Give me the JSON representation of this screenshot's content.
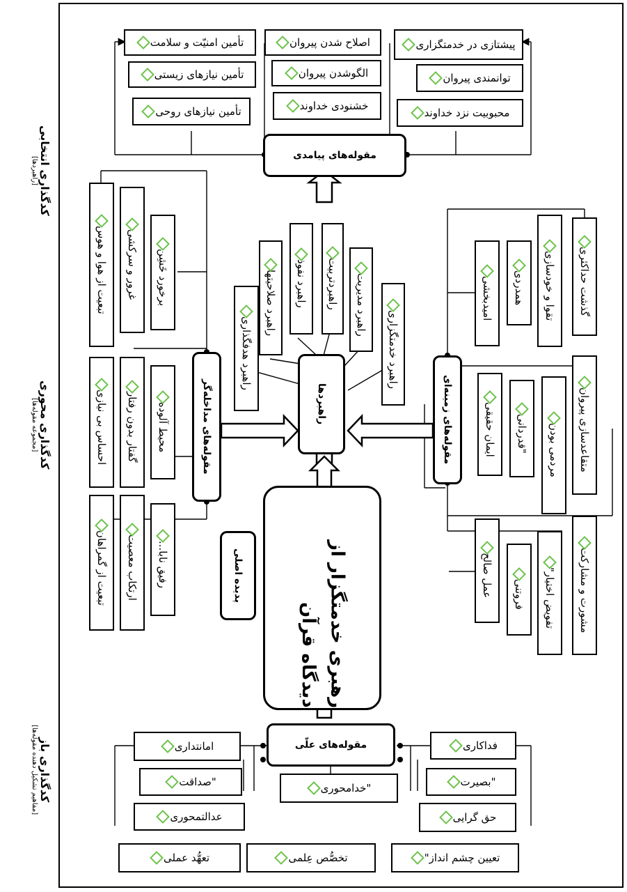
{
  "side_labels": {
    "selective": {
      "title": "کدگذاری انتخابی",
      "subtitle": "[راهبردها]"
    },
    "axial": {
      "title": "کدگذاری محوری",
      "subtitle": "[مجموعه مقوله‌ها]"
    },
    "open": {
      "title": "کدگذاری باز",
      "subtitle": "[مفاهیم تشکیل دهنده مقوله‌ها]"
    }
  },
  "central": {
    "title": "رهبری خدمتگزار از دیدگاه قرآن",
    "phenomenon_label": "پدیده اصلی"
  },
  "categories": {
    "outcome": "مقوله‌های پیامدی",
    "strategies": "راهبردها",
    "intervening": "مقوله‌های مداخله‌گر",
    "contextual": "مقوله‌های زمینه‌ای",
    "causal": "مقوله‌های علّی"
  },
  "outcome_concepts": {
    "col1": [
      "تأمین امنیّت و سلامت",
      "تأمین نیازهای زیستی",
      "تأمین نیازهای روحی"
    ],
    "col2": [
      "اصلاح شدن پیروان",
      "الگوشدن پیروان",
      "خشنودی خداوند"
    ],
    "col3": [
      "پیشتازی در خدمتگزاری",
      "توانمندی پیروان",
      "محبوبیت نزد خداوند"
    ]
  },
  "strategy_concepts": [
    "راهبرد هدفگذاری",
    "راهبرد صلاحیتها",
    "راهبرد نفوذ",
    "راهبردتربیت",
    "راهبرد مدیریت",
    "راهبرد خدمتگزاری"
  ],
  "intervening_concepts": {
    "top": [
      "تبعیت از هوا و هوس",
      "غرور و سرکشی",
      "برخورد خَشِن"
    ],
    "middle": [
      "احساس بی نیازی",
      "گفتار بدون رفتار",
      "محیط آلوده"
    ],
    "bottom": [
      "تبعیت از گمراهان",
      "ارتکاب معصیت",
      "رفیق نابا..."
    ]
  },
  "contextual_concepts": {
    "top": [
      "امیدبخشی",
      "همدردی",
      "تقوا و خودسازی",
      "گذشت حداکثری"
    ],
    "middle": [
      "ایمان حقیقی",
      "\"قدردانی",
      "مردمی بودن",
      "متقاعدسازی پیروان"
    ],
    "bottom": [
      "عمل صالح",
      "فروتنی",
      "تفویض اختیار\"",
      "مشورت و مشارکت"
    ]
  },
  "causal_concepts": {
    "left": [
      "امانتداری",
      "\"صداقت",
      "عدالتمحوری",
      "تعهُّد عملی"
    ],
    "center": [
      "\"خدامحوری",
      "تخصُّص عِلمی"
    ],
    "right": [
      "فداکاری",
      "\"بصیرت",
      "حق گرایی",
      "تعیین چشم انداز\""
    ]
  },
  "colors": {
    "diamond": "#6cc24a",
    "line": "#000000"
  }
}
